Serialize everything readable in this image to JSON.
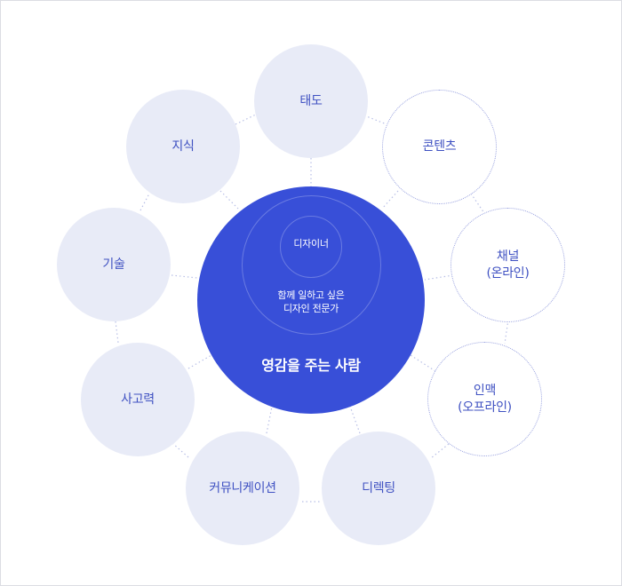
{
  "center": {
    "core_label": "영감을 주는 사람",
    "outer_ring_label": "함께 일하고 싶은\n디자인 전문가",
    "inner_ring_label": "디자이너"
  },
  "nodes": {
    "attitude": "태도",
    "content": "콘텐츠",
    "channel_online": "채널\n(온라인)",
    "channel_offline": "인맥\n(오프라인)",
    "directing": "디렉팅",
    "communication": "커뮤니케이션",
    "thinking": "사고력",
    "technique": "기술",
    "knowledge": "지식"
  },
  "colors": {
    "core": "#384fd8",
    "node_fill": "#e8ebf7",
    "node_text": "#3f51c2",
    "dotted_border": "#9aa3e0"
  }
}
